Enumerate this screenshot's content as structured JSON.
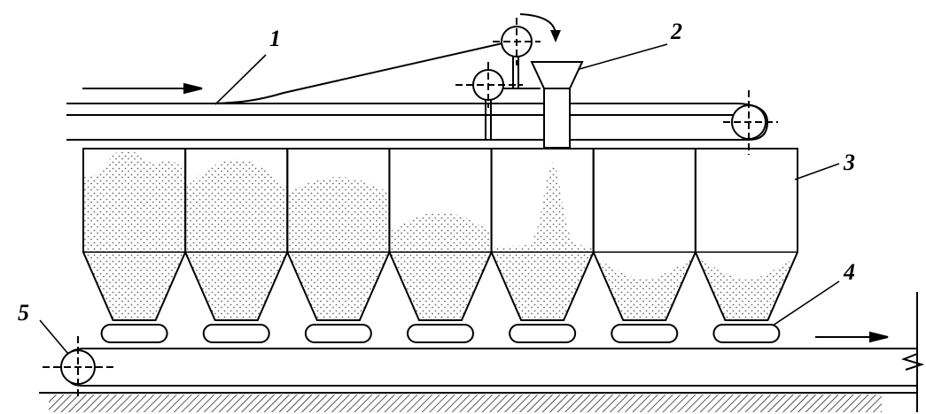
{
  "labels": {
    "belt_feeder": "1",
    "tripper_chute": "2",
    "bunker": "3",
    "discharge_feeder": "4",
    "collecting_conveyor_pulley": "5"
  },
  "bunker_count": 7,
  "bunker_fill_levels": [
    "high",
    "high",
    "high",
    "medium",
    "peaked",
    "hopper-only",
    "hopper-only"
  ],
  "flow_direction": {
    "top_conveyor": "right",
    "bottom_conveyor": "right"
  },
  "colors": {
    "line": "#000000",
    "material": "#6a6a6a",
    "background": "#ffffff"
  }
}
